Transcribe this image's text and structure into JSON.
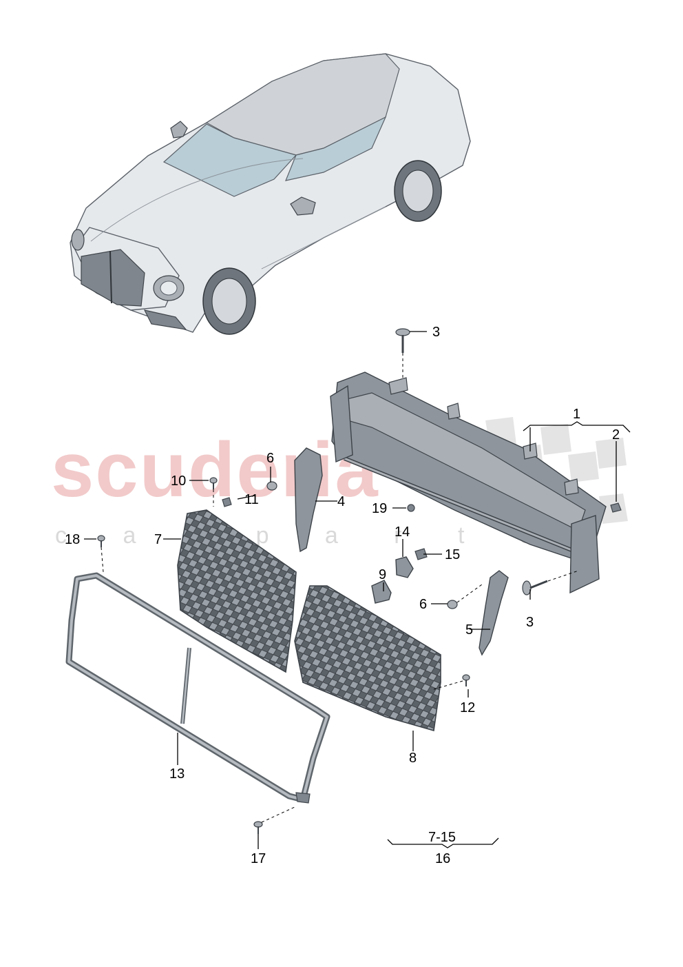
{
  "watermark": {
    "brand": "scuderia",
    "sub": "c a r p a r t s"
  },
  "callouts": [
    {
      "id": "c1",
      "label": "1"
    },
    {
      "id": "c2",
      "label": "2"
    },
    {
      "id": "c3a",
      "label": "3"
    },
    {
      "id": "c3b",
      "label": "3"
    },
    {
      "id": "c4",
      "label": "4"
    },
    {
      "id": "c5",
      "label": "5"
    },
    {
      "id": "c6a",
      "label": "6"
    },
    {
      "id": "c6b",
      "label": "6"
    },
    {
      "id": "c7",
      "label": "7"
    },
    {
      "id": "c8",
      "label": "8"
    },
    {
      "id": "c9",
      "label": "9"
    },
    {
      "id": "c10",
      "label": "10"
    },
    {
      "id": "c11",
      "label": "11"
    },
    {
      "id": "c12",
      "label": "12"
    },
    {
      "id": "c13",
      "label": "13"
    },
    {
      "id": "c14",
      "label": "14"
    },
    {
      "id": "c15",
      "label": "15"
    },
    {
      "id": "c16",
      "label": "16"
    },
    {
      "id": "c17",
      "label": "17"
    },
    {
      "id": "c18",
      "label": "18"
    },
    {
      "id": "c19",
      "label": "19"
    },
    {
      "id": "c715",
      "label": "7-15"
    }
  ]
}
